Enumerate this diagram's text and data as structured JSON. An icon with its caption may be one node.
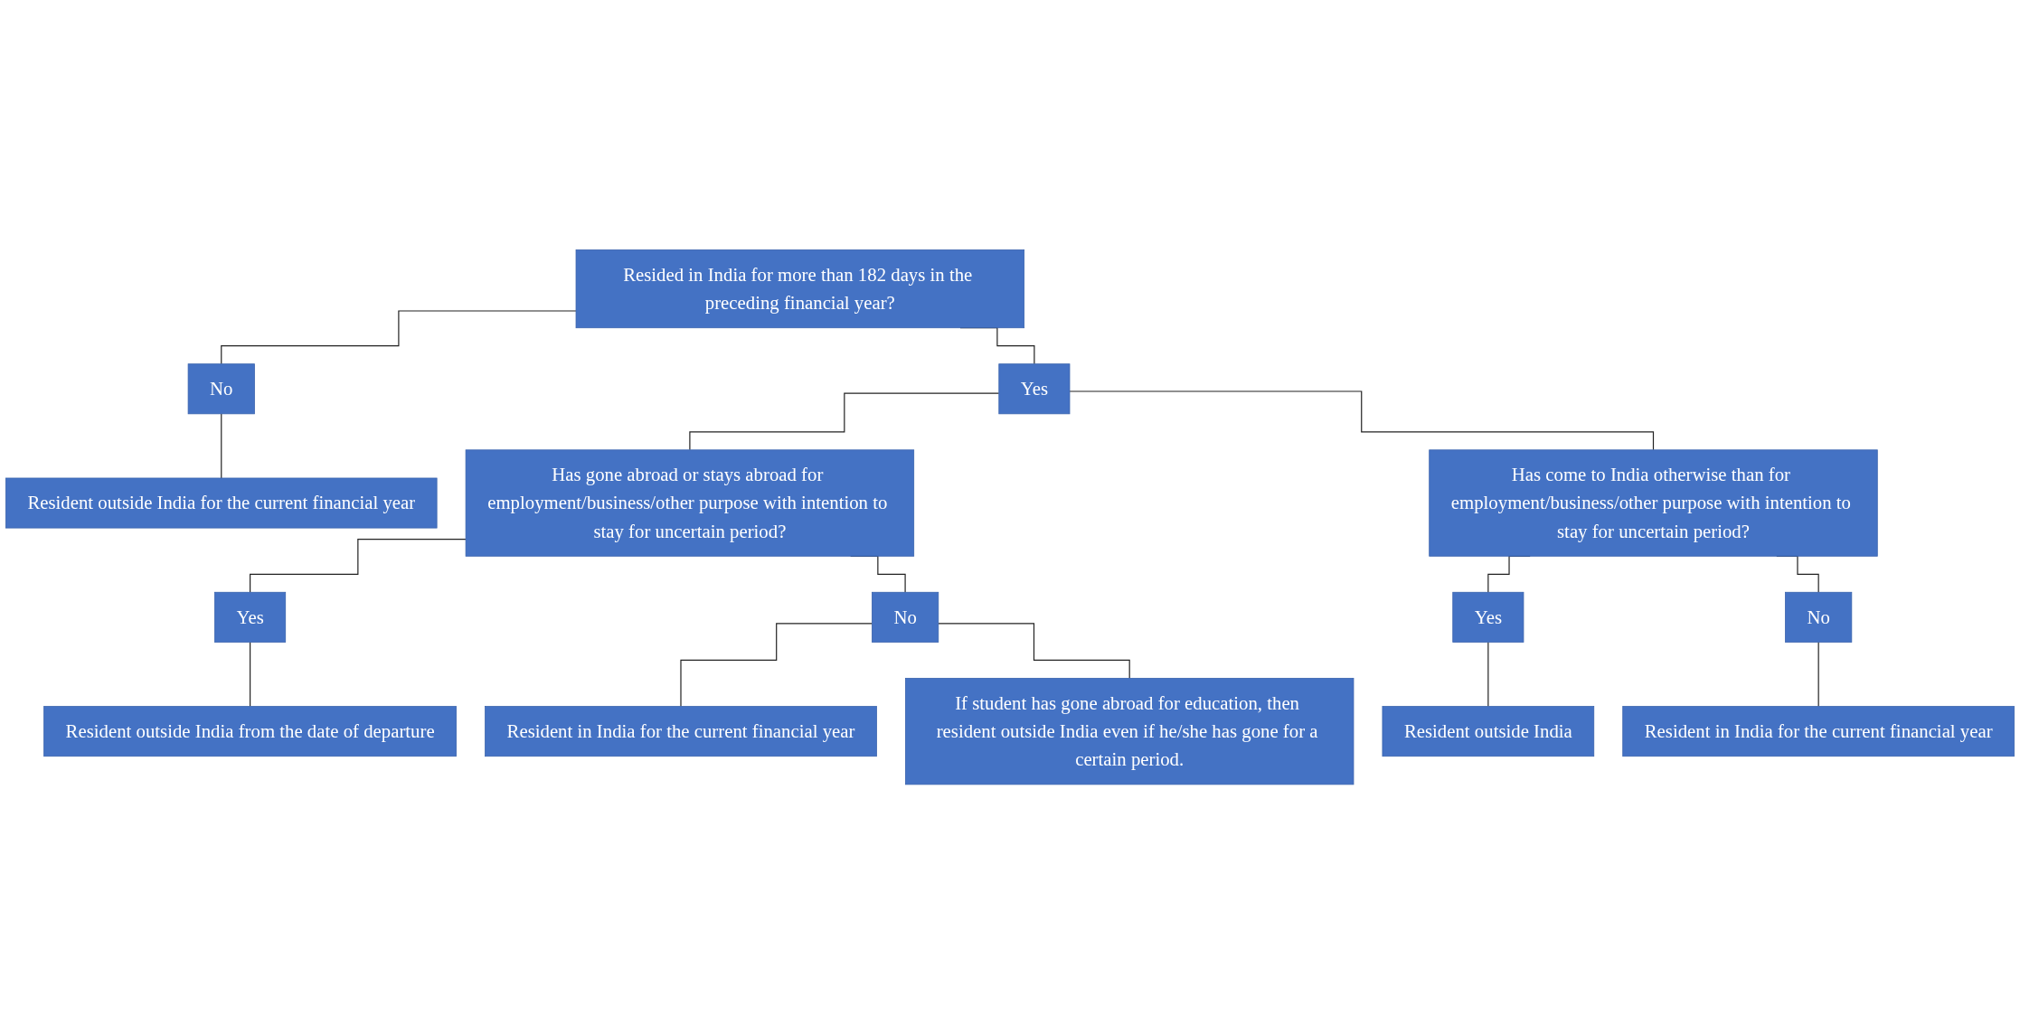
{
  "diagram": {
    "nodes": [
      {
        "text": [
          "Resided in India for more than 182 days in the preceding financial year?"
        ]
      },
      {
        "text": [
          "Yes"
        ]
      },
      {
        "text": [
          "No"
        ]
      },
      {
        "text": [
          "Resident outside India for the current financial year"
        ]
      },
      {
        "text": [
          "Has gone abroad or stays abroad for employment/business/other purpose with intention to stay for uncertain period?"
        ]
      },
      {
        "text": [
          "Has come to India otherwise than for employment/business/other purpose with intention to stay for uncertain period?"
        ]
      },
      {
        "text": [
          "Yes"
        ]
      },
      {
        "text": [
          "No"
        ]
      },
      {
        "text": [
          "Resident outside India from the date of departure"
        ]
      },
      {
        "text": [
          "Resident in India for the current financial year"
        ]
      },
      {
        "text": [
          "If student has gone abroad for education, then resident outside India even if he/she has gone for a certain period."
        ]
      },
      {
        "text": [
          "Yes"
        ]
      },
      {
        "text": [
          "No"
        ]
      },
      {
        "text": [
          "Resident outside India"
        ]
      },
      {
        "text": [
          "Resident in India for the current financial year"
        ]
      }
    ],
    "edges": [
      {
        "from": 0,
        "to": 1,
        "arrow": "none"
      },
      {
        "from": 0,
        "to": 2,
        "arrow": "none"
      },
      {
        "from": 2,
        "to": 3,
        "arrow": "none"
      },
      {
        "from": 1,
        "to": 4,
        "arrow": "none"
      },
      {
        "from": 1,
        "to": 5,
        "arrow": "none"
      },
      {
        "from": 4,
        "to": 6,
        "arrow": "none"
      },
      {
        "from": 4,
        "to": 7,
        "arrow": "none"
      },
      {
        "from": 6,
        "to": 8,
        "arrow": "none"
      },
      {
        "from": 7,
        "to": 9,
        "arrow": "none"
      },
      {
        "from": 7,
        "to": 10,
        "arrow": "none"
      },
      {
        "from": 5,
        "to": 11,
        "arrow": "none"
      },
      {
        "from": 5,
        "to": 12,
        "arrow": "none"
      },
      {
        "from": 11,
        "to": 13,
        "arrow": "none"
      },
      {
        "from": 12,
        "to": 14,
        "arrow": "none"
      }
    ]
  }
}
